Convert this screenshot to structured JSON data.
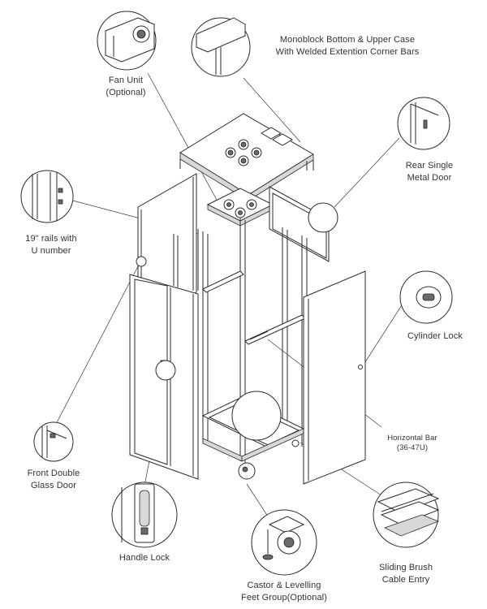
{
  "labels": {
    "fan_unit": [
      "Fan Unit",
      "(Optional)"
    ],
    "monoblock": [
      "Monoblock Bottom & Upper Case",
      "With Welded Extention Corner Bars"
    ],
    "rear_door": [
      "Rear Single",
      "Metal Door"
    ],
    "rails": [
      "19\" rails with",
      "U number"
    ],
    "cylinder_lock": [
      "Cylinder Lock"
    ],
    "horizontal_bar": [
      "Horizontal Bar",
      "(36-47U)"
    ],
    "front_door": [
      "Front Double",
      "Glass Door"
    ],
    "handle_lock": [
      "Handle Lock"
    ],
    "sliding_brush": [
      "Sliding Brush",
      "Cable Entry"
    ],
    "castor": [
      "Castor & Levelling",
      "Feet Group(Optional)"
    ]
  }
}
